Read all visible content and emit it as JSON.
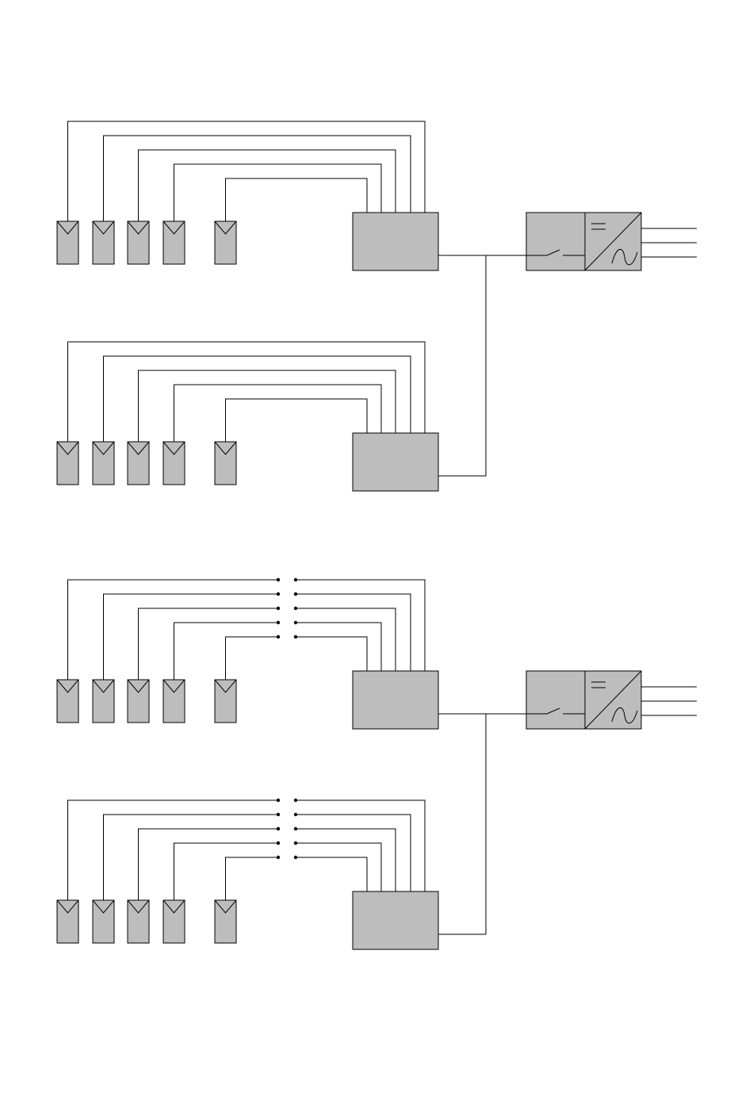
{
  "colors": {
    "background": "#ffffff",
    "component_fill": "#bdbdbd",
    "line": "#000000"
  },
  "diagrams": [
    {
      "id": "diagram-top",
      "variant": "direct-wiring",
      "has_disconnect_points": false,
      "arrays": [
        {
          "id": "array-1",
          "module_count": 5,
          "combiner_box": true
        },
        {
          "id": "array-2",
          "module_count": 5,
          "combiner_box": true
        }
      ],
      "inverter": {
        "dc_disconnect_switch": true,
        "symbols": [
          "dc-symbol",
          "ac-sine-symbol"
        ],
        "ac_output_lines": 3
      }
    },
    {
      "id": "diagram-bottom",
      "variant": "wiring-with-disconnect-terminals",
      "has_disconnect_points": true,
      "arrays": [
        {
          "id": "array-3",
          "module_count": 5,
          "combiner_box": true
        },
        {
          "id": "array-4",
          "module_count": 5,
          "combiner_box": true
        }
      ],
      "inverter": {
        "dc_disconnect_switch": true,
        "symbols": [
          "dc-symbol",
          "ac-sine-symbol"
        ],
        "ac_output_lines": 3
      }
    }
  ]
}
